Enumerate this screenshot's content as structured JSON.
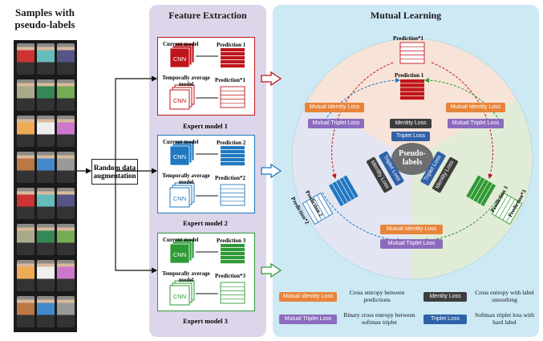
{
  "samples_title": "Samples with pseudo-labels",
  "random_aug": "Random data augmentation",
  "feature_extraction": {
    "title": "Feature Extraction",
    "current_model": "Current model",
    "temporal_model": "Temporally average model",
    "cnn": "CNN",
    "experts": [
      {
        "label": "Expert model 1",
        "pred": "Prediction 1",
        "pred_star": "Prediction*1",
        "color": "#c0141a"
      },
      {
        "label": "Expert model 2",
        "pred": "Prediction 2",
        "pred_star": "Prediction*2",
        "color": "#1f78c1"
      },
      {
        "label": "Expert model 3",
        "pred": "Prediction 3",
        "pred_star": "Prediction*3",
        "color": "#2e9a35"
      }
    ]
  },
  "mutual_learning": {
    "title": "Mutual Learning",
    "pseudo": "Pseudo-labels",
    "mutual_identity_loss": "Mutual  Identity Loss",
    "mutual_triplet_loss": "Mutual Triplet Loss",
    "identity_loss": "Identity Loss",
    "triplet_loss": "Triplet Loss",
    "prediction_1": "Prediction 1",
    "prediction_star_1": "Prediction*1",
    "prediction_2": "Prediction 2",
    "prediction_star_2": "Prediction*2",
    "prediction_3": "Prediction 3",
    "prediction_star_3": "Prediction*3"
  },
  "legend": {
    "mutual_identity": "Mutual  Identity Loss",
    "mutual_identity_desc": "Cross entropy between predictions",
    "identity": "Identity Loss",
    "identity_desc": "Cross entropy with label smoothing",
    "mutual_triplet": "Mutual Triplet Loss",
    "mutual_triplet_desc": "Binary cross entropy between softmax triplet",
    "triplet": "Triplet Loss",
    "triplet_desc": "Softmax triplet loss with hard label"
  },
  "colors": {
    "red": "#c0141a",
    "blue": "#1f78c1",
    "green": "#2e9a35",
    "orange": "#e8843a",
    "purple": "#8c6bbf"
  }
}
